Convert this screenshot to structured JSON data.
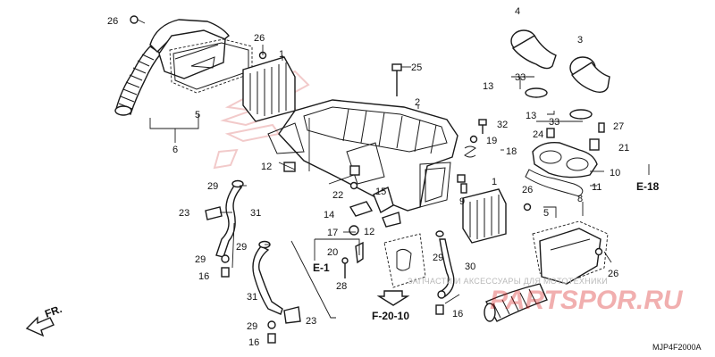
{
  "diagram": {
    "code": "MJP4F2000A",
    "front_label": "FR.",
    "watermark_text": "ЗАПЧАСТИ И АКСЕССУАРЫ ДЛЯ МОТОТЕХНИКИ",
    "watermark_brand": "PARTSPOR.RU",
    "refs": {
      "e18": "E-18",
      "e1": "E-1",
      "f2010": "F-20-10"
    },
    "callouts": {
      "c1a": "1",
      "c1b": "1",
      "c2": "2",
      "c3": "3",
      "c4": "4",
      "c5a": "5",
      "c5b": "5",
      "c6": "6",
      "c8": "8",
      "c9": "9",
      "c10": "10",
      "c11": "11",
      "c12a": "12",
      "c12b": "12",
      "c13a": "13",
      "c13b": "13",
      "c14": "14",
      "c15": "15",
      "c16a": "16",
      "c16b": "16",
      "c16c": "16",
      "c17": "17",
      "c18": "18",
      "c19": "19",
      "c20": "20",
      "c21": "21",
      "c22": "22",
      "c23a": "23",
      "c23b": "23",
      "c24": "24",
      "c25": "25",
      "c26a": "26",
      "c26b": "26",
      "c26c": "26",
      "c26d": "26",
      "c27": "27",
      "c28": "28",
      "c29a": "29",
      "c29b": "29",
      "c29c": "29",
      "c29d": "29",
      "c29e": "29",
      "c30": "30",
      "c31a": "31",
      "c31b": "31",
      "c32": "32",
      "c33a": "33",
      "c33b": "33"
    }
  }
}
